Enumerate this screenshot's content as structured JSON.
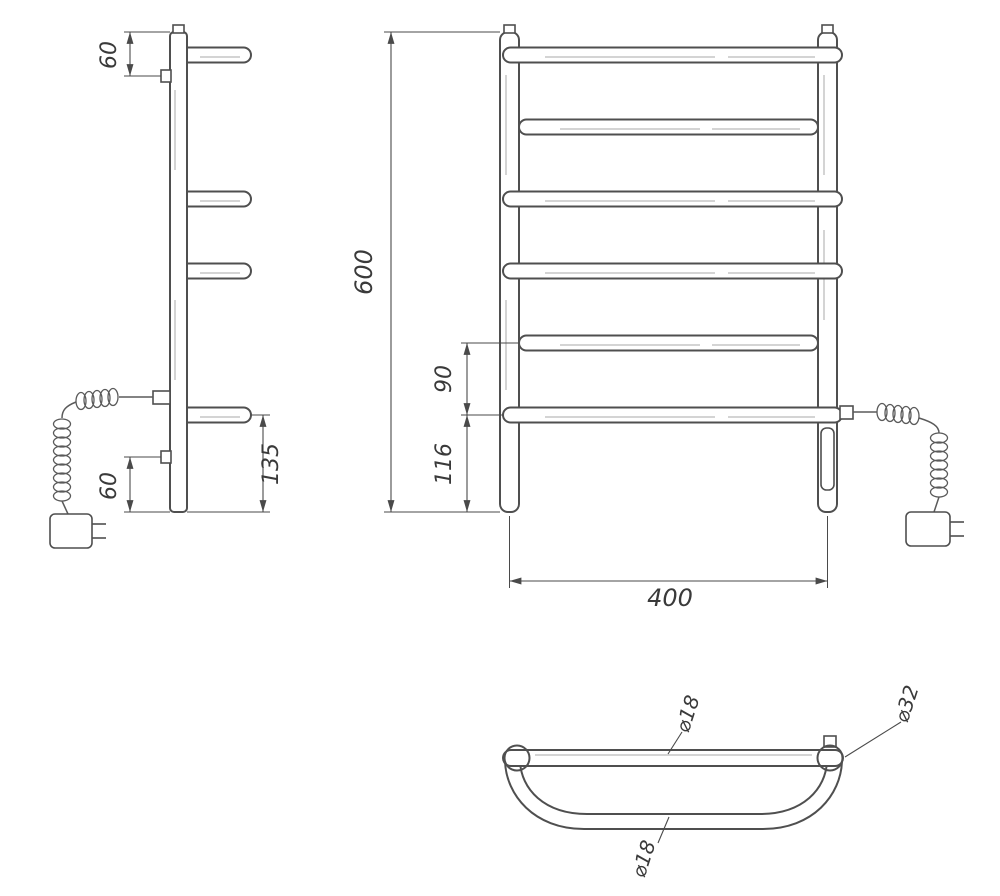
{
  "dimensions": {
    "side": {
      "top_bracket_offset": "60",
      "bottom_rail_to_end": "135",
      "bottom_bracket_offset": "60"
    },
    "front": {
      "overall_height": "600",
      "rail_spacing": "90",
      "bottom_rail_to_end": "116",
      "overall_width": "400"
    },
    "top": {
      "straight_tube_diameter": "⌀18",
      "post_diameter": "⌀32",
      "curved_tube_diameter": "⌀18"
    }
  }
}
